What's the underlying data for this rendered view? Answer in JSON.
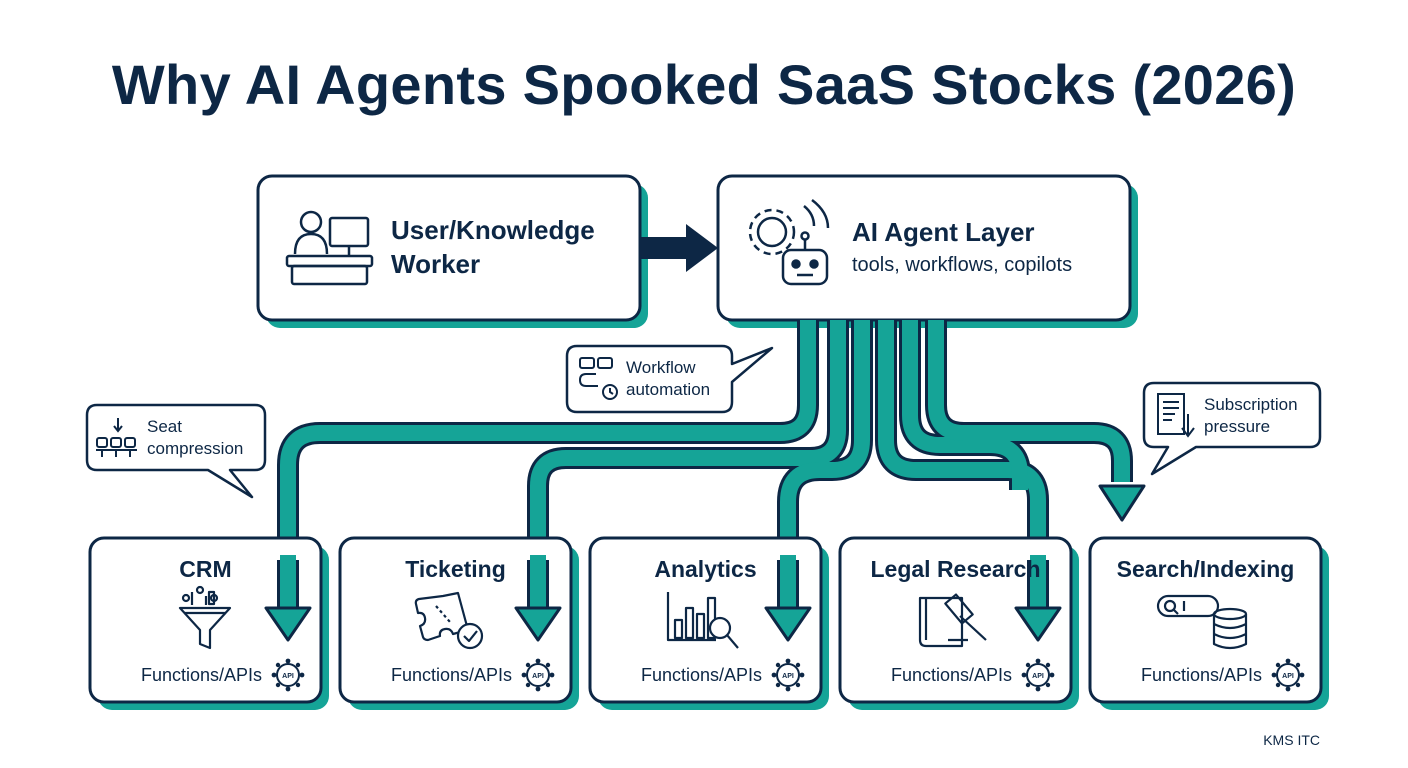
{
  "title": "Why AI Agents Spooked SaaS Stocks (2026)",
  "user_box": {
    "title_line1": "User/Knowledge",
    "title_line2": "Worker",
    "icon": "desk-worker-icon"
  },
  "agent_box": {
    "title": "AI Agent Layer",
    "subtitle": "tools, workflows, copilots",
    "icon": "robot-gear-icon"
  },
  "callouts": {
    "workflow": {
      "line1": "Workflow",
      "line2": "automation",
      "icon": "workflow-icon"
    },
    "seat": {
      "line1": "Seat",
      "line2": "compression",
      "icon": "seats-icon"
    },
    "subscription": {
      "line1": "Subscription",
      "line2": "pressure",
      "icon": "receipt-down-icon"
    }
  },
  "services": [
    {
      "title": "CRM",
      "api": "Functions/APIs",
      "icon": "funnel-icon"
    },
    {
      "title": "Ticketing",
      "api": "Functions/APIs",
      "icon": "ticket-check-icon"
    },
    {
      "title": "Analytics",
      "api": "Functions/APIs",
      "icon": "chart-magnifier-icon"
    },
    {
      "title": "Legal Research",
      "api": "Functions/APIs",
      "icon": "gavel-book-icon"
    },
    {
      "title": "Search/Indexing",
      "api": "Functions/APIs",
      "icon": "search-database-icon"
    }
  ],
  "api_badge": "API",
  "brand": "KMS ITC",
  "colors": {
    "navy": "#0d2745",
    "teal": "#15a497",
    "shadow": "#15a497",
    "background": "#ffffff"
  }
}
